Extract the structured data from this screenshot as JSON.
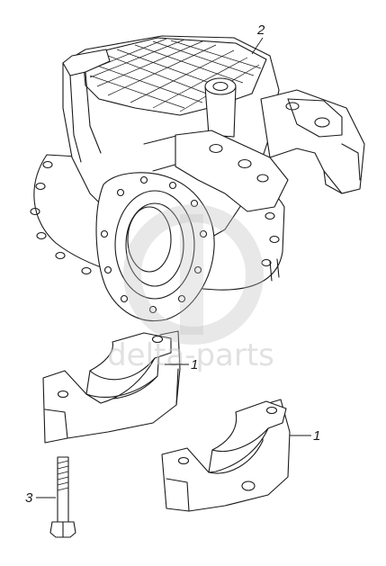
{
  "callouts": [
    {
      "id": "housing",
      "label": "2"
    },
    {
      "id": "bearing_cap_upper",
      "label": "1"
    },
    {
      "id": "bearing_cap_lower",
      "label": "1"
    },
    {
      "id": "bolt",
      "label": "3"
    }
  ],
  "watermark": {
    "text": "delta-parts",
    "color": "#c9c9c9"
  },
  "colors": {
    "line": "#1a1a1a",
    "background": "#ffffff"
  }
}
